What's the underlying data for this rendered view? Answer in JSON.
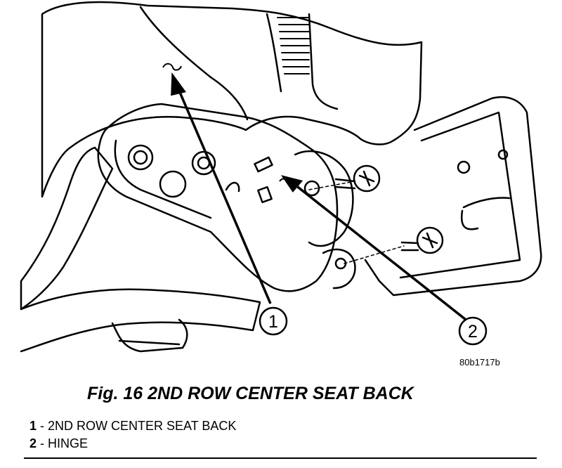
{
  "figure": {
    "identifier": "80b1717b",
    "caption": "Fig. 16 2ND ROW CENTER SEAT BACK"
  },
  "callouts": [
    {
      "number": "1",
      "label": "2ND ROW CENTER SEAT BACK"
    },
    {
      "number": "2",
      "label": "HINGE"
    }
  ],
  "legend": [
    {
      "number": "1",
      "text": " - 2ND ROW CENTER SEAT BACK"
    },
    {
      "number": "2",
      "text": " - HINGE"
    }
  ]
}
